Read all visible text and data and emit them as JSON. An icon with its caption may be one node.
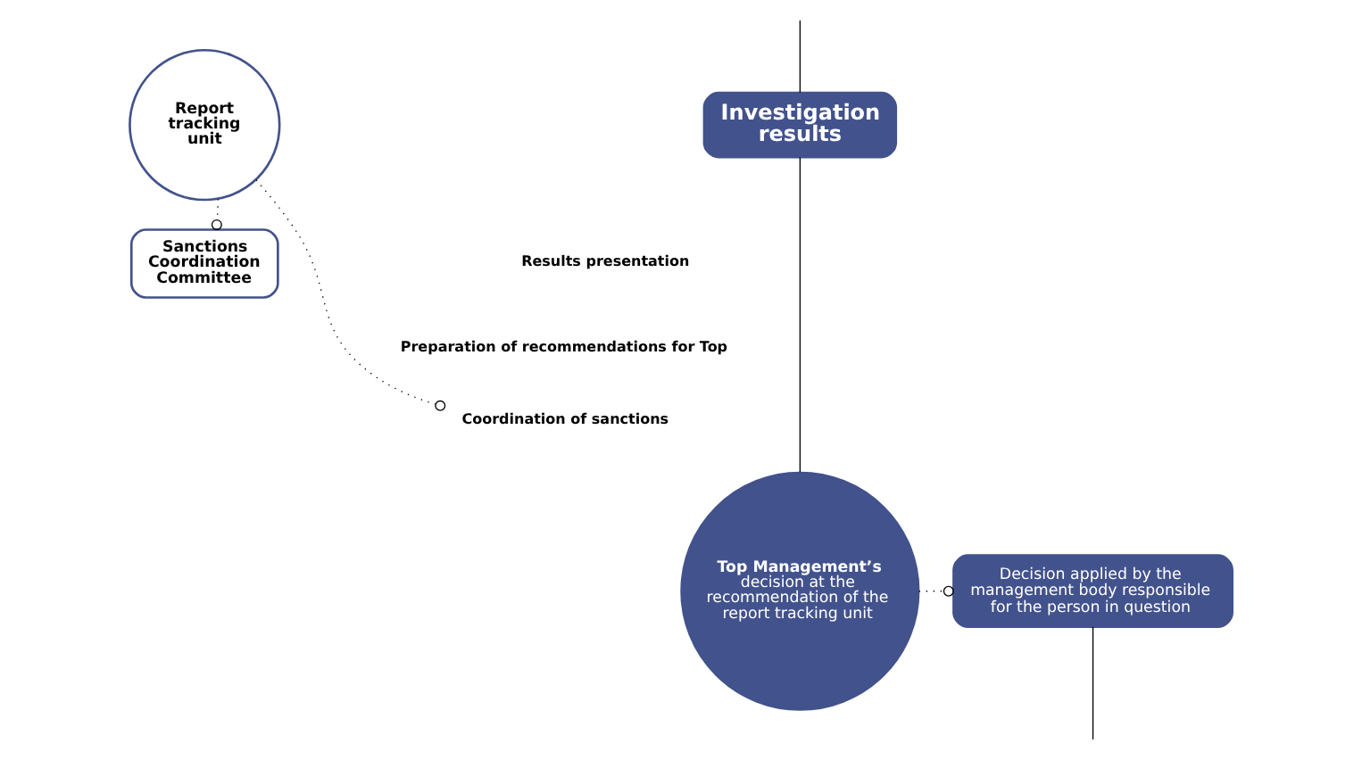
{
  "diagram": {
    "nodes": [
      {
        "text": [
          "Report tracking unit"
        ]
      },
      {
        "text": [
          "Investigation results"
        ]
      },
      {
        "text": [
          "Results presentation"
        ]
      },
      {
        "text": [
          "Preparation of recommendations for Top"
        ]
      },
      {
        "text": [
          "Sanctions Coordination Committee"
        ]
      },
      {
        "text": [
          "Coordination of sanctions"
        ]
      },
      {
        "text": [
          "Top Management’s",
          "decision at the recommendation of the report tracking unit"
        ]
      },
      {
        "text": [
          "Decision applied by the management body responsible for the person in question"
        ]
      }
    ],
    "edges": [
      {
        "from": null,
        "to": 1,
        "arrow": "none"
      },
      {
        "from": 1,
        "to": 6,
        "arrow": "none"
      },
      {
        "from": 0,
        "to": 4,
        "arrow": "other",
        "style": "dashed"
      },
      {
        "from": 0,
        "to": 5,
        "arrow": "other",
        "style": "dashed"
      },
      {
        "from": 6,
        "to": 7,
        "arrow": "other",
        "style": "dashed"
      },
      {
        "from": 7,
        "to": null,
        "arrow": "none"
      }
    ]
  }
}
